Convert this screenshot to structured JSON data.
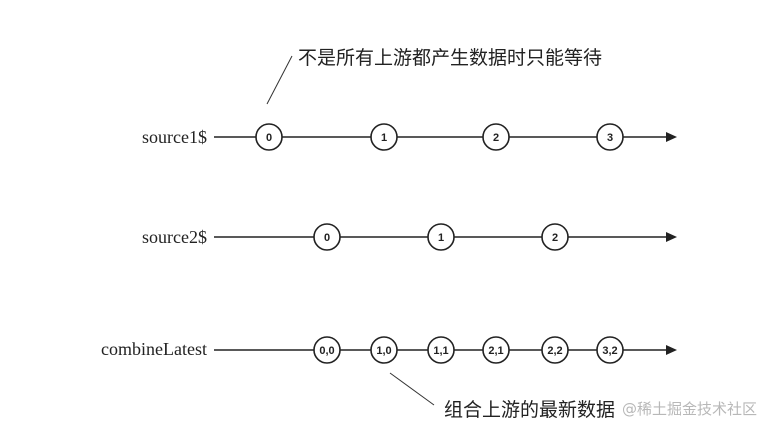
{
  "notes": {
    "top": "不是所有上游都产生数据时只能等待",
    "bottom": "组合上游的最新数据"
  },
  "watermark": "@稀土掘金技术社区",
  "streams": [
    {
      "name": "source1$",
      "marbles": [
        "0",
        "1",
        "2",
        "3"
      ]
    },
    {
      "name": "source2$",
      "marbles": [
        "0",
        "1",
        "2"
      ]
    },
    {
      "name": "combineLatest",
      "marbles": [
        "0,0",
        "1,0",
        "1,1",
        "2,1",
        "2,2",
        "3,2"
      ]
    }
  ]
}
